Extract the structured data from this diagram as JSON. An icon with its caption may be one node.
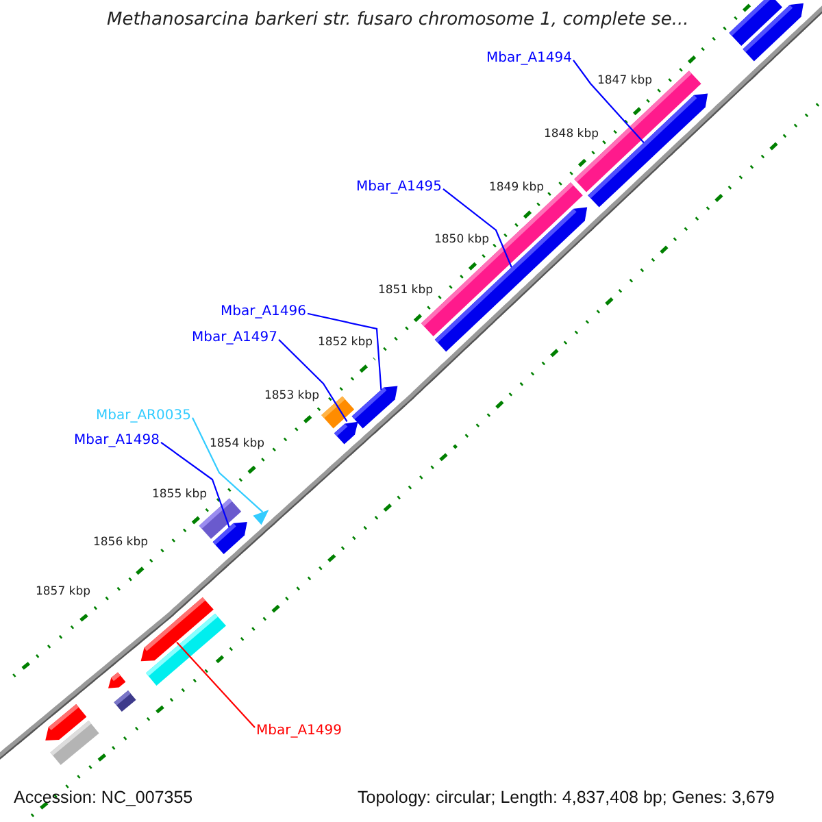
{
  "diagram": {
    "title": "Methanosarcina barkeri str. fusaro chromosome 1, complete se...",
    "nodes": [
      {
        "text": [
          "Mbar_A1494"
        ]
      },
      {
        "text": [
          "Mbar_A1495"
        ]
      },
      {
        "text": [
          "Mbar_A1496"
        ]
      },
      {
        "text": [
          "Mbar_A1497"
        ]
      },
      {
        "text": [
          "Mbar_AR0035"
        ]
      },
      {
        "text": [
          "Mbar_A1498"
        ]
      },
      {
        "text": [
          "Mbar_A1499"
        ]
      },
      {
        "text": [],
        "shape": "bar"
      },
      {
        "text": [],
        "shape": "bar"
      },
      {
        "text": [],
        "shape": "bar"
      },
      {
        "text": [],
        "shape": "bar"
      },
      {
        "text": [],
        "shape": "bar"
      },
      {
        "text": [],
        "shape": "bar"
      },
      {
        "text": [],
        "shape": "bar"
      },
      {
        "text": [],
        "shape": "bar"
      },
      {
        "text": [],
        "shape": "bar"
      },
      {
        "text": [],
        "shape": "bar"
      },
      {
        "text": [],
        "shape": "bar"
      },
      {
        "text": [],
        "shape": "bar"
      },
      {
        "text": [],
        "shape": "bar"
      },
      {
        "text": [],
        "shape": "bar"
      },
      {
        "text": [],
        "shape": "bar"
      },
      {
        "text": [],
        "shape": "bar"
      },
      {
        "text": [],
        "shape": "bar"
      },
      {
        "text": [],
        "shape": "bar"
      }
    ],
    "edges": [
      {
        "from": 0,
        "to": 10,
        "arrow": "none"
      },
      {
        "from": 1,
        "to": 12,
        "arrow": "none"
      },
      {
        "from": 2,
        "to": 13,
        "arrow": "none"
      },
      {
        "from": 3,
        "to": 15,
        "arrow": "none"
      },
      {
        "from": 4,
        "to": 17,
        "arrow": "none",
        "color": "#33ccff"
      },
      {
        "from": 5,
        "to": 18,
        "arrow": "none"
      },
      {
        "from": 6,
        "to": 19,
        "arrow": "none",
        "color": "#ff0000"
      }
    ],
    "labels": [
      "1847 kbp",
      "1848 kbp",
      "1849 kbp",
      "1850 kbp",
      "1851 kbp",
      "1852 kbp",
      "1853 kbp",
      "1854 kbp",
      "1855 kbp",
      "1856 kbp",
      "1857 kbp",
      "Accession: NC_007355",
      "Topology: circular; Length: 4,837,408 bp; Genes: 3,679"
    ]
  }
}
